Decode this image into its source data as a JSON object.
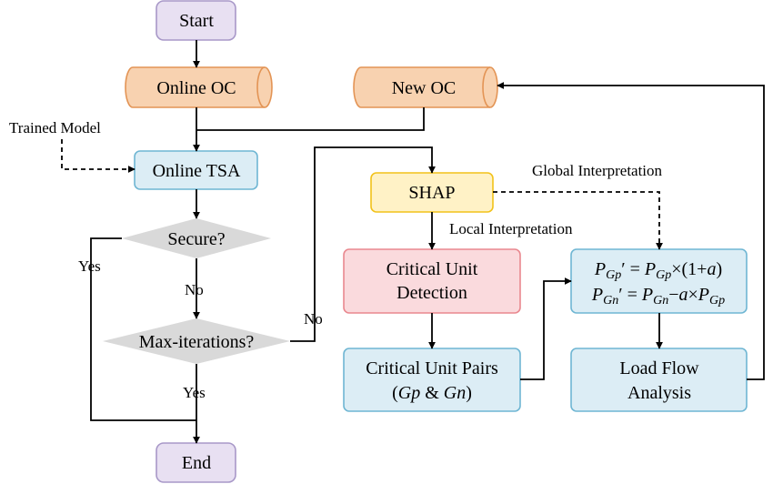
{
  "colors": {
    "terminal_fill": "#e8e0f2",
    "terminal_stroke": "#a898c8",
    "cylinder_fill": "#f8d2b0",
    "cylinder_stroke": "#e39455",
    "process_fill": "#dcedf5",
    "process_stroke": "#6fb6d3",
    "shap_fill": "#fff2c6",
    "shap_stroke": "#f2c21a",
    "detect_fill": "#fadadd",
    "detect_stroke": "#e9888f",
    "decision_fill": "#d9d9d9",
    "line": "#000000"
  },
  "nodes": {
    "start": "Start",
    "online_oc": "Online OC",
    "new_oc": "New OC",
    "online_tsa": "Online TSA",
    "secure": "Secure?",
    "max_iterations": "Max-iterations?",
    "end": "End",
    "shap": "SHAP",
    "critical_unit_detection_line1": "Critical Unit",
    "critical_unit_detection_line2": "Detection",
    "critical_unit_pairs_line1": "Critical Unit Pairs",
    "critical_unit_pairs_line2_open": "(",
    "critical_unit_pairs_gp": "Gp",
    "critical_unit_pairs_amp": " & ",
    "critical_unit_pairs_gn": "Gn",
    "critical_unit_pairs_close": ")",
    "load_flow_line1": "Load Flow",
    "load_flow_line2": "Analysis"
  },
  "formula": {
    "p": "P",
    "gp": "Gp",
    "gn": "Gn",
    "prime_eq": "′ = ",
    "times_open": "×(1+",
    "a": "a",
    "close": ")",
    "minus": "−",
    "times": "×"
  },
  "labels": {
    "trained_model": "Trained Model",
    "global_interpretation": "Global Interpretation",
    "local_interpretation": "Local Interpretation",
    "yes_secure": "Yes",
    "no_secure": "No",
    "no_max": "No",
    "yes_max": "Yes"
  }
}
